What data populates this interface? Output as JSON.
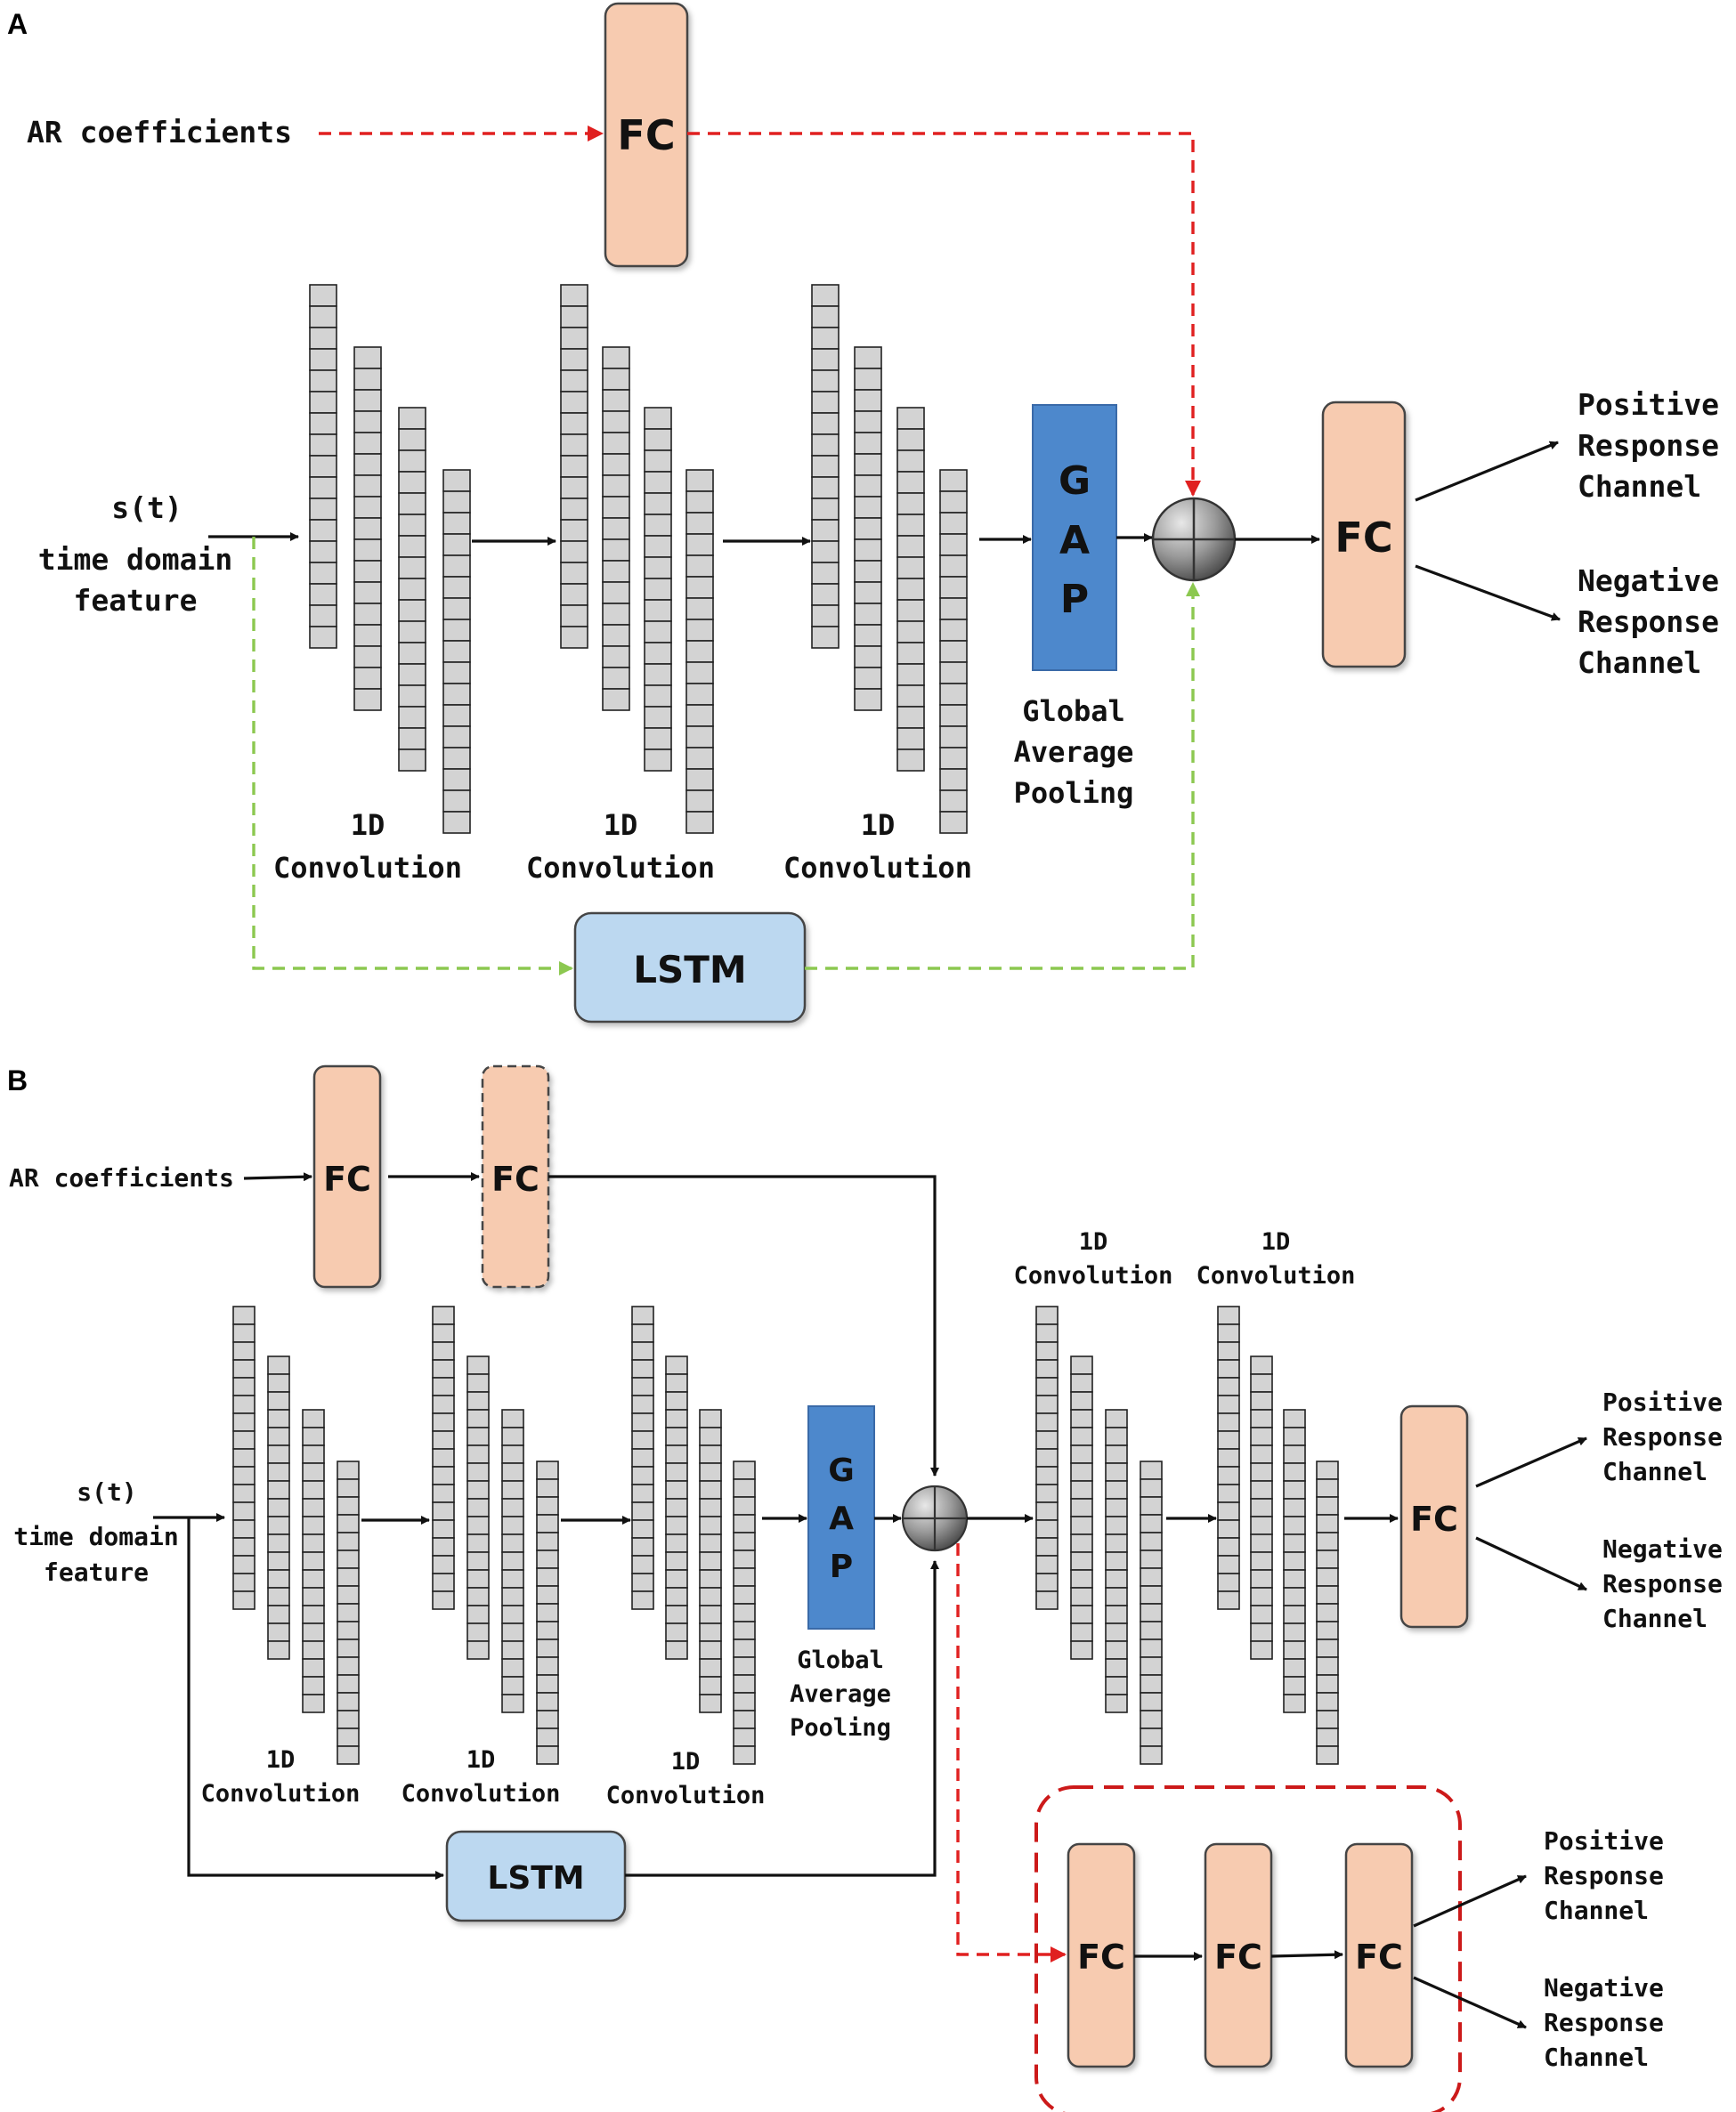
{
  "panels": {
    "a": {
      "label": "A",
      "ar_input": "AR coefficients",
      "fc_top": "FC",
      "signal_label": "s(t)",
      "signal_desc": [
        "time domain",
        "feature"
      ],
      "conv_labels": [
        [
          "1D",
          "Convolution"
        ],
        [
          "1D",
          "Convolution"
        ],
        [
          "1D",
          "Convolution"
        ]
      ],
      "gap_letters": [
        "G",
        "A",
        "P"
      ],
      "gap_desc": [
        "Global",
        "Average",
        "Pooling"
      ],
      "lstm": "LSTM",
      "fc_out": "FC",
      "outputs": [
        [
          "Positive",
          "Response",
          "Channel"
        ],
        [
          "Negative",
          "Response",
          "Channel"
        ]
      ]
    },
    "b": {
      "label": "B",
      "ar_input": "AR coefficients",
      "fc_first": "FC",
      "fc_second": "FC",
      "signal_label": "s(t)",
      "signal_desc": [
        "time domain",
        "feature"
      ],
      "conv_labels": [
        [
          "1D",
          "Convolution"
        ],
        [
          "1D",
          "Convolution"
        ],
        [
          "1D",
          "Convolution"
        ]
      ],
      "gap_letters": [
        "G",
        "A",
        "P"
      ],
      "gap_desc": [
        "Global",
        "Average",
        "Pooling"
      ],
      "post_conv_labels": [
        [
          "1D",
          "Convolution"
        ],
        [
          "1D",
          "Convolution"
        ]
      ],
      "fc_out": "FC",
      "outputs": [
        [
          "Positive",
          "Response",
          "Channel"
        ],
        [
          "Negative",
          "Response",
          "Channel"
        ]
      ],
      "lstm": "LSTM",
      "fc_chain": [
        "FC",
        "FC",
        "FC"
      ],
      "chain_outputs": [
        [
          "Positive",
          "Response",
          "Channel"
        ],
        [
          "Negative",
          "Response",
          "Channel"
        ]
      ]
    }
  },
  "colors": {
    "fc": "#f7cbb0",
    "lstm": "#bcd8f0",
    "gap": "#4d88cc",
    "feature_cell": "#d3d3d3",
    "ar_path": "#e02020",
    "lstm_path": "#8cc850"
  }
}
